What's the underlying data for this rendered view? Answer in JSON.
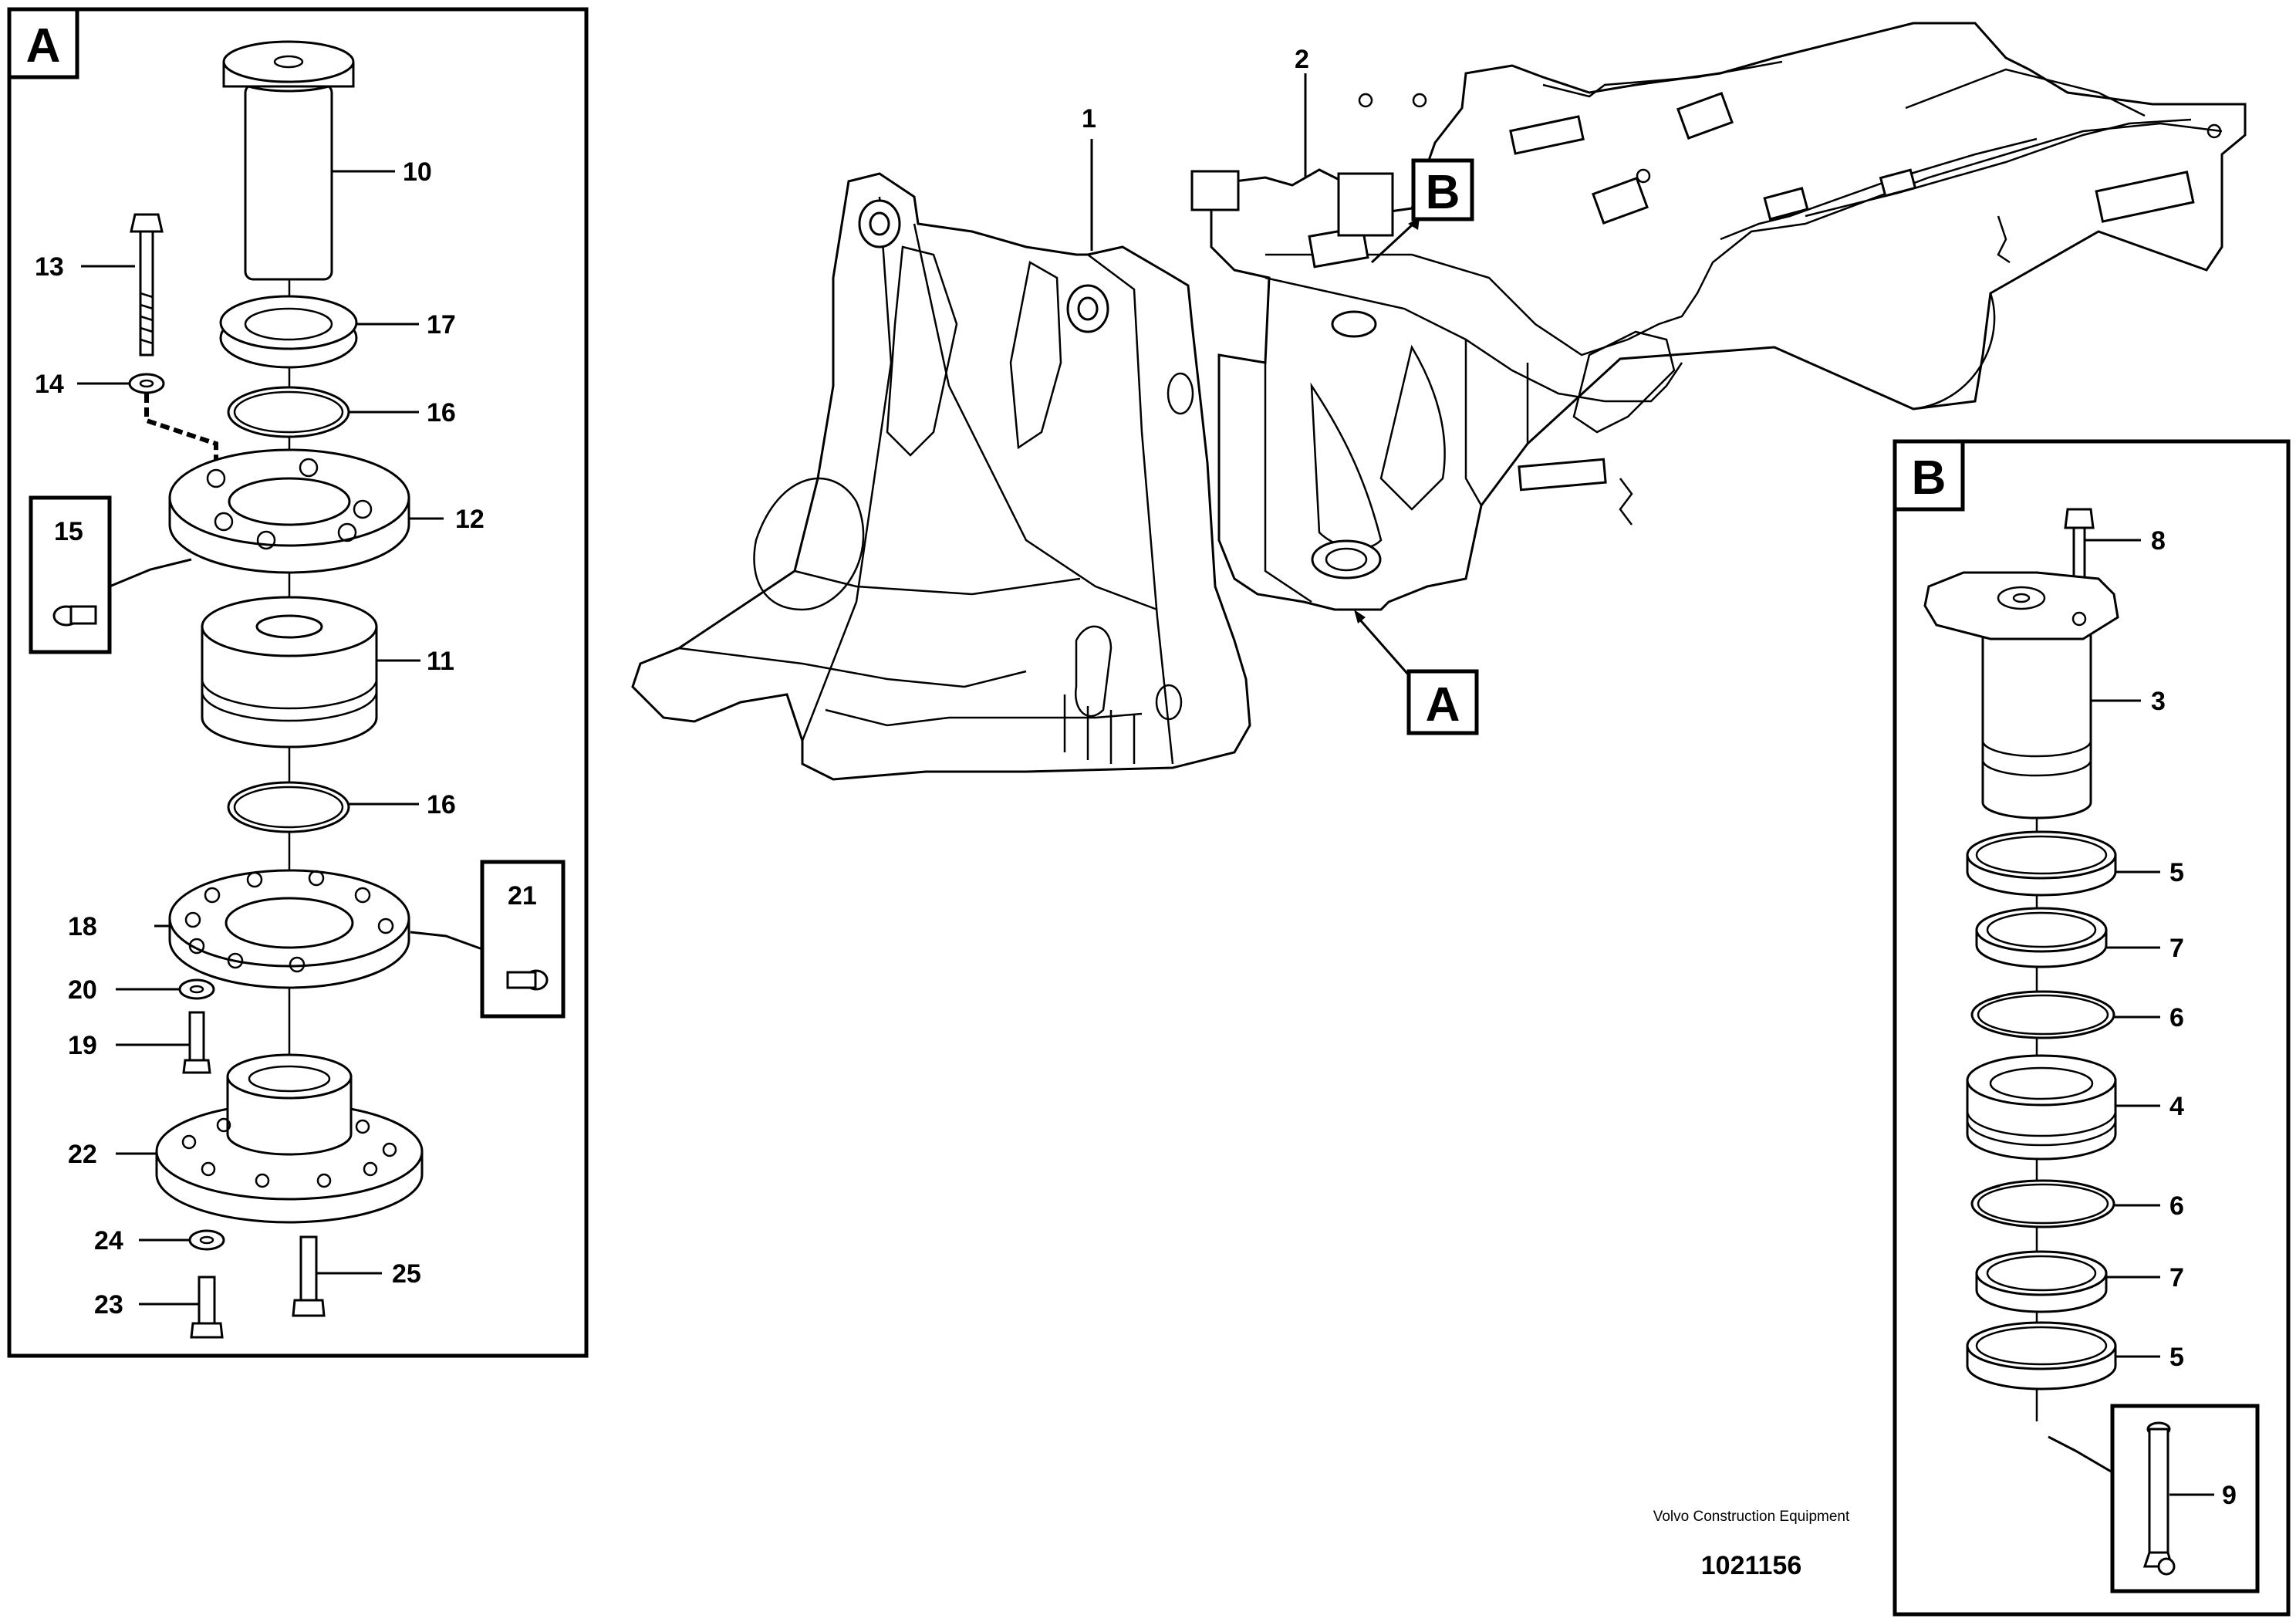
{
  "panels": {
    "left_badge": "A",
    "right_badge": "B",
    "view_marker_a": "A",
    "view_marker_b": "B"
  },
  "callouts": {
    "c1": "1",
    "c2": "2",
    "c3": "3",
    "c4": "4",
    "c5a": "5",
    "c5b": "5",
    "c6a": "6",
    "c6b": "6",
    "c7a": "7",
    "c7b": "7",
    "c8": "8",
    "c9": "9",
    "c10": "10",
    "c11": "11",
    "c12": "12",
    "c13": "13",
    "c14": "14",
    "c15": "15",
    "c16a": "16",
    "c16b": "16",
    "c17": "17",
    "c18": "18",
    "c19": "19",
    "c20": "20",
    "c21": "21",
    "c22": "22",
    "c23": "23",
    "c24": "24",
    "c25": "25"
  },
  "footer": {
    "maker": "Volvo Construction Equipment",
    "drawing_number": "1021156"
  }
}
